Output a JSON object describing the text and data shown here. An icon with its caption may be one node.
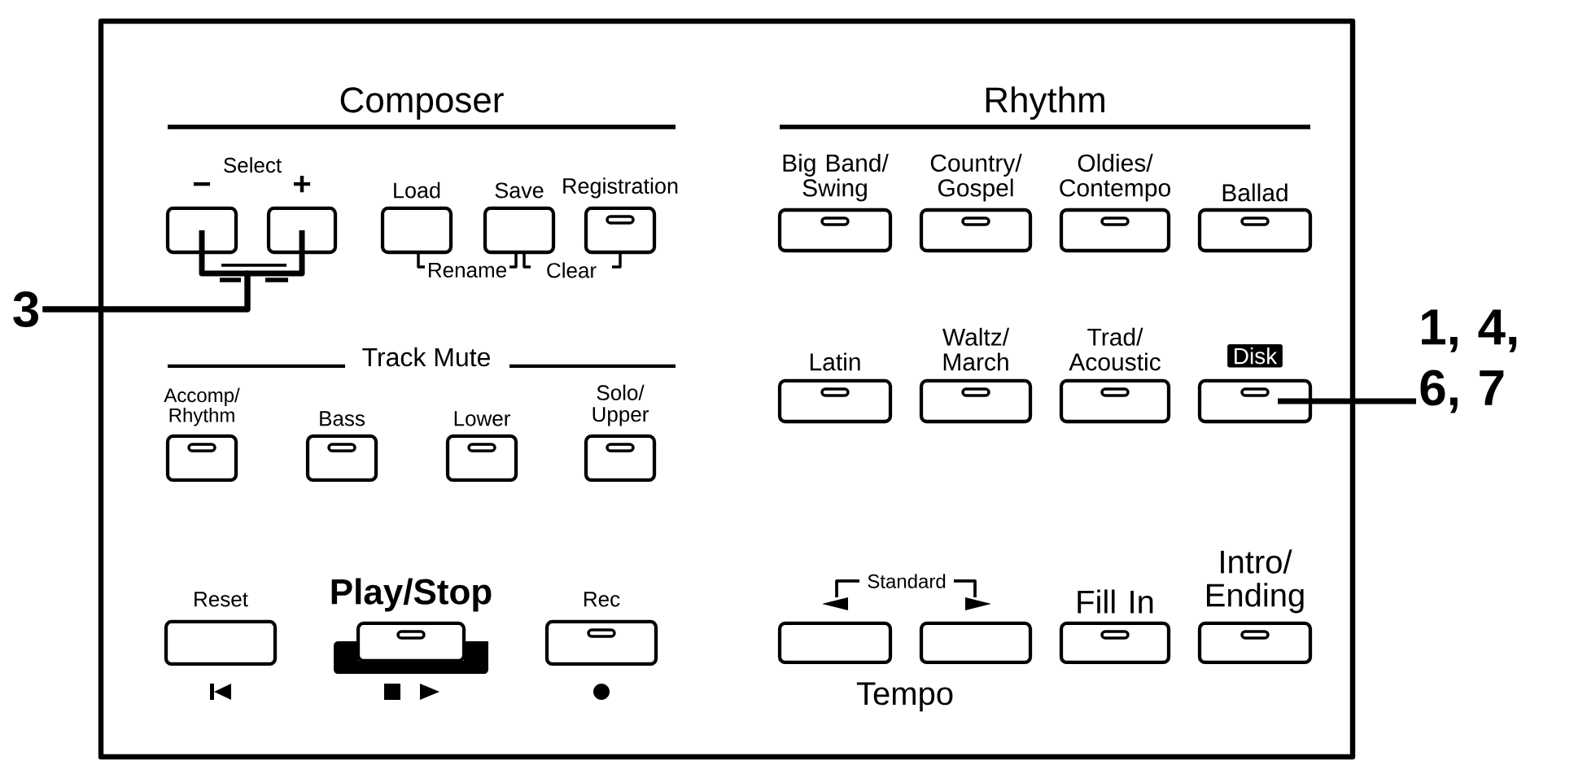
{
  "diagram": {
    "nodes": [
      {
        "text": [
          "−"
        ]
      },
      {
        "text": [
          "+"
        ]
      },
      {
        "text": [
          "Load"
        ]
      },
      {
        "text": [
          "Save"
        ]
      },
      {
        "text": [
          "Registration"
        ]
      },
      {
        "text": [
          "Accomp/ Rhythm"
        ]
      },
      {
        "text": [
          "Bass"
        ]
      },
      {
        "text": [
          "Lower"
        ]
      },
      {
        "text": [
          "Solo/ Upper"
        ]
      },
      {
        "text": [
          "Reset"
        ]
      },
      {
        "text": [
          "Play/Stop"
        ]
      },
      {
        "text": [
          "Rec"
        ]
      },
      {
        "text": [
          "Big Band/ Swing"
        ]
      },
      {
        "text": [
          "Country/ Gospel"
        ]
      },
      {
        "text": [
          "Oldies/ Contempo"
        ]
      },
      {
        "text": [
          "Ballad"
        ]
      },
      {
        "text": [
          "Latin"
        ]
      },
      {
        "text": [
          "Waltz/ March"
        ]
      },
      {
        "text": [
          "Trad/ Acoustic"
        ]
      },
      {
        "text": [
          "Disk"
        ]
      },
      {
        "text": [],
        "shape": "box"
      },
      {
        "text": [],
        "shape": "box"
      },
      {
        "text": [
          "Fill In"
        ]
      },
      {
        "text": [
          "Intro/ Ending"
        ]
      },
      {
        "text": [
          "3"
        ]
      },
      {
        "text": [
          "1, 4, 6, 7"
        ]
      }
    ],
    "edges": [
      {
        "from": 24,
        "to": 0,
        "arrow": "none"
      },
      {
        "from": 24,
        "to": 1,
        "arrow": "none"
      },
      {
        "from": 25,
        "to": 19,
        "arrow": "none"
      }
    ],
    "labels": [
      "Composer",
      "Select",
      "Rename",
      "Clear",
      "Track Mute",
      "Rhythm",
      "Standard",
      "Tempo"
    ]
  }
}
